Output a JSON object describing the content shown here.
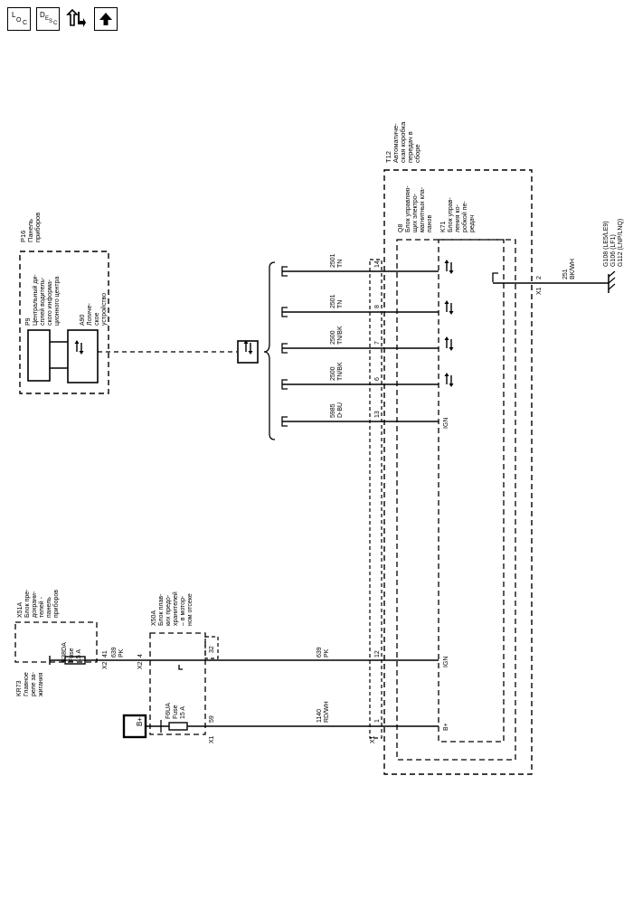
{
  "toolbar": {
    "loc_main": "L",
    "loc_sub1": "O",
    "loc_sub2": "C",
    "desc_main": "D",
    "desc_sub1": "E",
    "desc_sub2": "S",
    "desc_sub3": "C"
  },
  "p16": {
    "id": "P16",
    "name1": "Панель",
    "name2": "приборов"
  },
  "p9": {
    "id": "P9",
    "l1": "Центральный ди-",
    "l2": "сплей водитель-",
    "l3": "ского информа-",
    "l4": "ционного центра"
  },
  "a90": {
    "id": "A90",
    "l1": "Логиче-",
    "l2": "ское",
    "l3": "устройство"
  },
  "t12": {
    "id": "T12",
    "l1": "Автоматиче-",
    "l2": "ская коробка",
    "l3": "передач в",
    "l4": "сборе"
  },
  "q8": {
    "id": "Q8",
    "l1": "Блок управляю-",
    "l2": "щих электро-",
    "l3": "магнитных кла-",
    "l4": "панов"
  },
  "k71": {
    "id": "K71",
    "l1": "Блок управ-",
    "l2": "ления ко-",
    "l3": "робкой пе-",
    "l4": "редач"
  },
  "x51a": {
    "id": "X51A",
    "l1": "Блок пре-",
    "l2": "дохрани-",
    "l3": "телей -",
    "l4": "панель",
    "l5": "приборов"
  },
  "kr73": {
    "id": "KR73",
    "l1": "Главное",
    "l2": "реле за-",
    "l3": "жигания"
  },
  "f38da": {
    "id": "F38DA",
    "l1": "Fuse",
    "l2": "15 A"
  },
  "x50a": {
    "id": "X50A",
    "l1": "Блок плав-",
    "l2": "ких предо-",
    "l3": "хранителей",
    "l4": "– в мотор-",
    "l5": "ном отсеке"
  },
  "f6ua": {
    "id": "F6UA",
    "l1": "Fuse",
    "l2": "15 A"
  },
  "bplus": "B+",
  "ground": {
    "l1": "G108 (LE5/LE9)",
    "l2": "G106 (LF1)",
    "l3": "G112 (LNP/LNQ)"
  },
  "connectors": {
    "x1": "X1",
    "x2": "X2"
  },
  "wires": [
    {
      "circuit": "2501",
      "color": "TN",
      "pin": "14"
    },
    {
      "circuit": "2501",
      "color": "TN",
      "pin": "8"
    },
    {
      "circuit": "2500",
      "color": "TN/BK",
      "pin": "7"
    },
    {
      "circuit": "2500",
      "color": "TN/BK",
      "pin": "6"
    },
    {
      "circuit": "5985",
      "color": "D-BU",
      "pin": "13"
    }
  ],
  "ign_label": "IGN",
  "ign_wire": {
    "circuit": "639",
    "color": "PK",
    "pin_x50a": "4",
    "pin_fuse": "41",
    "pin_x50a_out": "32",
    "pin_t12": "12"
  },
  "bat_wire": {
    "circuit": "1140",
    "color": "RD/WH",
    "pin_x50a": "59",
    "pin_t12": "1"
  },
  "gnd_wire": {
    "circuit": "251",
    "color": "BK/WH",
    "pin": "2"
  }
}
